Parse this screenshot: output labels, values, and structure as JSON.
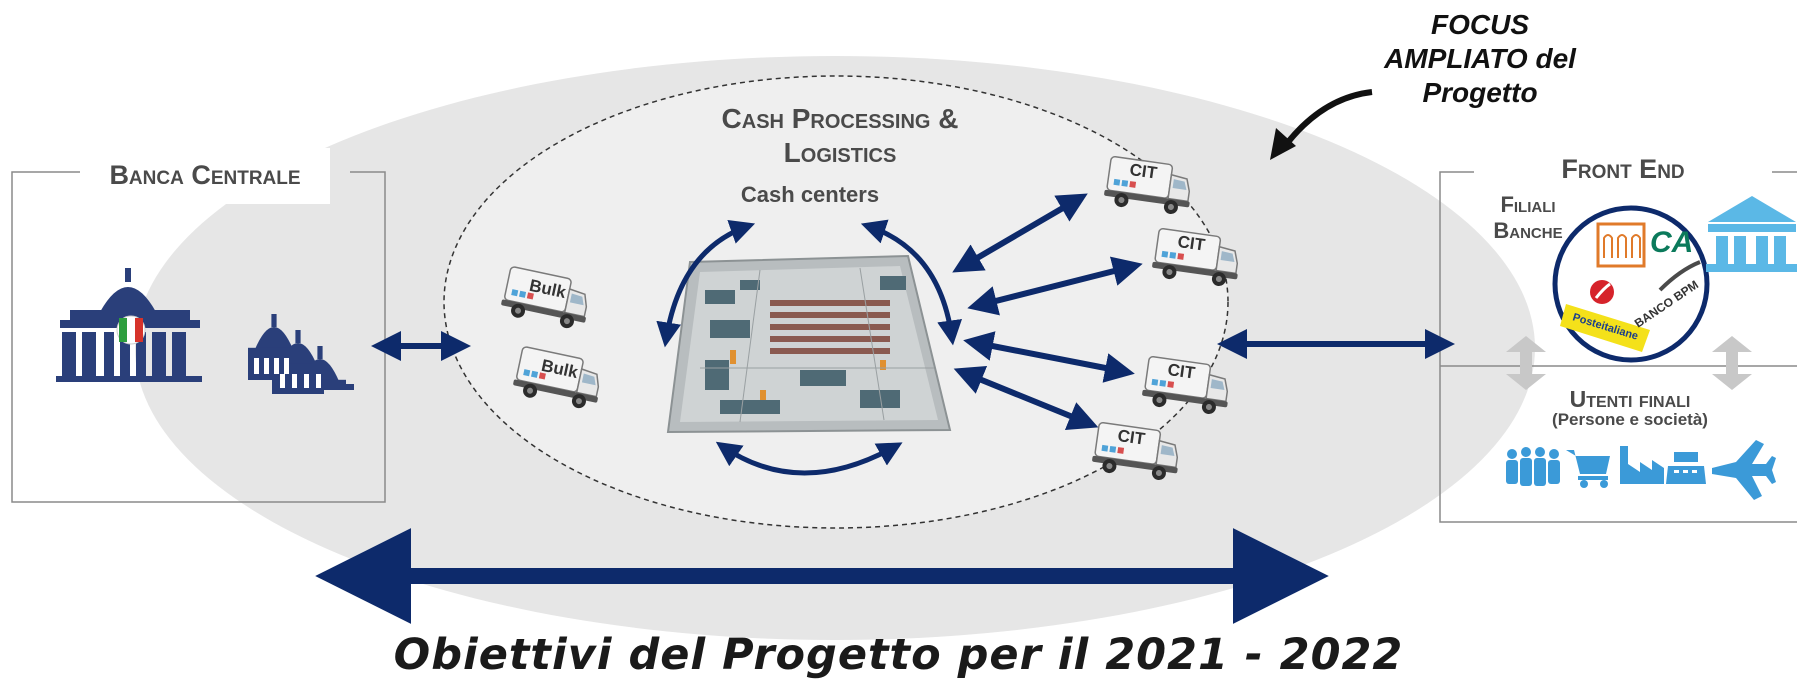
{
  "focus": {
    "line1": "FOCUS",
    "line2": "AMPLIATO del",
    "line3": "Progetto"
  },
  "cash_processing": {
    "line1": "Cash Processing &",
    "line2": "Logistics",
    "cash_centers": "Cash centers"
  },
  "banca_centrale": {
    "title": "Banca Centrale"
  },
  "front_end": {
    "title": "Front End",
    "filiali_line1": "Filiali",
    "filiali_line2": "Banche",
    "utenti_title": "Utenti finali",
    "utenti_sub": "(Persone e società)"
  },
  "trucks": {
    "bulk": "Bulk",
    "cit": "CIT"
  },
  "logos": {
    "poste": "Posteitaliane",
    "bpm": "BANCO BPM",
    "ca": "CA"
  },
  "bottom_title": "Obiettivi del Progetto per il 2021 - 2022",
  "colors": {
    "navy": "#0d2a6b",
    "ellipse_gray": "#e6e6e6",
    "light_blue_icon": "#4fb3e8",
    "building_navy": "#2a3f7a"
  }
}
